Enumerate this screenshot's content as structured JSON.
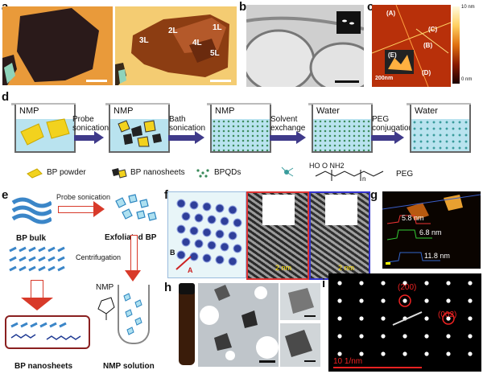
{
  "colors": {
    "arrow": "#3f3a8a",
    "red_arrow": "#d83a2a",
    "liquid": "#b9e3ef",
    "bp": "#f2d21e",
    "pegdot": "#3a9c9c",
    "stem": "#1f3a93"
  },
  "panel_a": {
    "label": "a",
    "right_layers": [
      "3L",
      "2L",
      "1L",
      "4L",
      "5L"
    ]
  },
  "panel_b": {
    "label": "b"
  },
  "panel_c": {
    "label": "c",
    "colorbar_top": "10 nm",
    "colorbar_bottom": "0 nm",
    "regions": [
      "(A)",
      "(B)",
      "(C)",
      "(D)",
      "(E)"
    ],
    "scale": "200nm"
  },
  "panel_d": {
    "label": "d",
    "beakers": [
      "NMP",
      "NMP",
      "NMP",
      "Water",
      "Water"
    ],
    "steps": [
      {
        "line1": "Probe",
        "line2": "sonication"
      },
      {
        "line1": "Bath",
        "line2": "sonication"
      },
      {
        "line1": "Solvent",
        "line2": "exchange"
      },
      {
        "line1": "PEG",
        "line2": "conjugation"
      }
    ],
    "legend": {
      "powder": "BP powder",
      "nanosheets": "BP nanosheets",
      "qds": "BPQDs",
      "peg": "PEG",
      "peg_formula": "HO     O     NH2",
      "peg_n": "n"
    }
  },
  "panel_e": {
    "label": "e",
    "bulk": "BP bulk",
    "probe": "Probe sonication",
    "exfoliated": "Exfoliated BP",
    "centrifugation": "Centrifugation",
    "nmp": "NMP",
    "nmp_solution": "NMP solution",
    "nanosheets": "BP nanosheets"
  },
  "panel_f": {
    "label": "f",
    "axis_b": "B",
    "axis_a": "A",
    "scale1": "2 nm",
    "scale2": "2 nm"
  },
  "panel_g": {
    "label": "g",
    "heights": [
      "5.8 nm",
      "6.8 nm",
      "11.8 nm"
    ]
  },
  "panel_h": {
    "label": "h"
  },
  "panel_i": {
    "label": "i",
    "spots": [
      "(200)",
      "(002)"
    ],
    "scale": "10 1/nm"
  }
}
